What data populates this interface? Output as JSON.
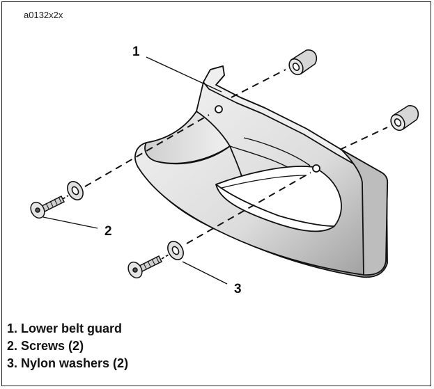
{
  "figure_id": "a0132x2x",
  "callouts": [
    "1",
    "2",
    "3"
  ],
  "legend": [
    "1. Lower belt guard",
    "2. Screws (2)",
    "3. Nylon washers (2)"
  ],
  "colors": {
    "line": "#111111",
    "fill_light": "#f2f2f2",
    "fill_mid": "#d9d9d9",
    "fill_dark": "#a8a8a8"
  }
}
